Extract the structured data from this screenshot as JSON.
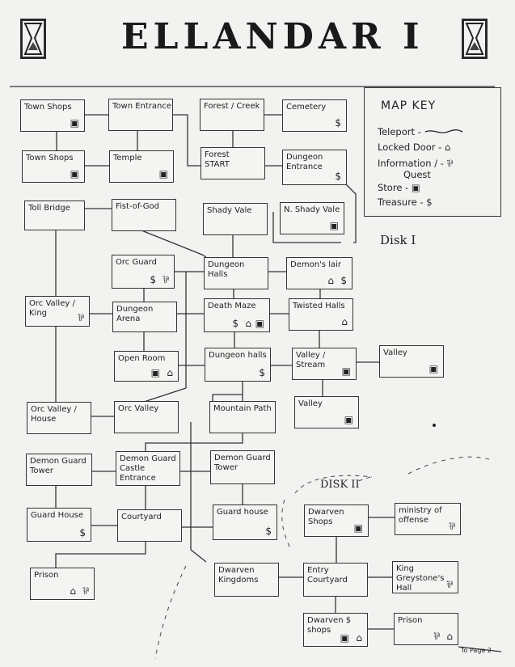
{
  "title": "ELLANDAR I",
  "map_key": {
    "title": "MAP KEY",
    "items": [
      {
        "label": "Teleport -",
        "icon": "teleport-squiggle-icon"
      },
      {
        "label": "Locked Door -",
        "icon": "locked-door-icon",
        "symbol": "⌂"
      },
      {
        "label": "Information / -",
        "icon": "information-icon",
        "symbol": "⅌"
      },
      {
        "label": "Quest",
        "icon": "",
        "symbol": ""
      },
      {
        "label": "Store -",
        "icon": "store-icon",
        "symbol": "▣"
      },
      {
        "label": "Treasure -",
        "icon": "treasure-icon",
        "symbol": "$"
      }
    ]
  },
  "disk1_label": "Disk I",
  "disk2_label": "DISK II",
  "footer_note": "To Page 2",
  "rooms": [
    {
      "id": "town-shops-1",
      "label": "Town Shops",
      "icons": [
        "store"
      ]
    },
    {
      "id": "town-entrance",
      "label": "Town Entrance",
      "icons": []
    },
    {
      "id": "forest-creek",
      "label": "Forest / Creek",
      "icons": []
    },
    {
      "id": "cemetery",
      "label": "Cemetery",
      "icons": [
        "treasure"
      ]
    },
    {
      "id": "town-shops-2",
      "label": "Town Shops",
      "icons": [
        "store"
      ]
    },
    {
      "id": "temple",
      "label": "Temple",
      "icons": [
        "store"
      ]
    },
    {
      "id": "forest-start",
      "label": "Forest\nSTART",
      "icons": []
    },
    {
      "id": "dungeon-entrance",
      "label": "Dungeon\nEntrance",
      "icons": [
        "treasure"
      ]
    },
    {
      "id": "toll-bridge",
      "label": "Toll Bridge",
      "icons": []
    },
    {
      "id": "fist-of-god",
      "label": "Fist-of-God",
      "icons": []
    },
    {
      "id": "shady-vale",
      "label": "Shady Vale",
      "icons": []
    },
    {
      "id": "n-shady-vale",
      "label": "N. Shady Vale",
      "icons": [
        "store"
      ]
    },
    {
      "id": "orc-guard",
      "label": "Orc Guard",
      "icons": [
        "treasure",
        "information"
      ]
    },
    {
      "id": "dungeon-halls-1",
      "label": "Dungeon\nHalls",
      "icons": []
    },
    {
      "id": "demons-lair",
      "label": "Demon's lair",
      "icons": [
        "locked",
        "treasure"
      ]
    },
    {
      "id": "orc-valley-king",
      "label": "Orc Valley /\nKing",
      "icons": [
        "information"
      ]
    },
    {
      "id": "dungeon-arena",
      "label": "Dungeon Arena",
      "icons": []
    },
    {
      "id": "death-maze",
      "label": "Death Maze",
      "icons": [
        "treasure",
        "locked",
        "store"
      ]
    },
    {
      "id": "twisted-halls",
      "label": "Twisted Halls",
      "icons": [
        "locked"
      ]
    },
    {
      "id": "open-room",
      "label": "Open Room",
      "icons": [
        "store",
        "locked"
      ]
    },
    {
      "id": "dungeon-halls-2",
      "label": "Dungeon halls",
      "icons": [
        "treasure"
      ]
    },
    {
      "id": "valley-stream",
      "label": "Valley / Stream",
      "icons": [
        "store"
      ]
    },
    {
      "id": "valley-1",
      "label": "Valley",
      "icons": [
        "store"
      ]
    },
    {
      "id": "valley-2",
      "label": "Valley",
      "icons": [
        "store"
      ]
    },
    {
      "id": "orc-valley-house",
      "label": "Orc Valley /\nHouse",
      "icons": []
    },
    {
      "id": "orc-valley",
      "label": "Orc Valley",
      "icons": []
    },
    {
      "id": "mountain-path",
      "label": "Mountain Path",
      "icons": []
    },
    {
      "id": "demon-guard-tower-1",
      "label": "Demon Guard\nTower",
      "icons": []
    },
    {
      "id": "demon-guard-castle-entrance",
      "label": "Demon Guard\nCastle Entrance",
      "icons": []
    },
    {
      "id": "demon-guard-tower-2",
      "label": "Demon Guard\nTower",
      "icons": []
    },
    {
      "id": "guard-house-1",
      "label": "Guard House",
      "icons": [
        "treasure"
      ]
    },
    {
      "id": "courtyard",
      "label": "Courtyard",
      "icons": []
    },
    {
      "id": "guard-house-2",
      "label": "Guard house",
      "icons": [
        "treasure"
      ]
    },
    {
      "id": "dwarven-shops-1",
      "label": "Dwarven\nShops",
      "icons": [
        "store"
      ]
    },
    {
      "id": "ministry-of-offense",
      "label": "ministry of\noffense",
      "icons": [
        "information"
      ]
    },
    {
      "id": "prison-1",
      "label": "Prison",
      "icons": [
        "locked",
        "information"
      ]
    },
    {
      "id": "dwarven-kingdoms",
      "label": "Dwarven\nKingdoms",
      "icons": []
    },
    {
      "id": "entry-courtyard",
      "label": "Entry\nCourtyard",
      "icons": []
    },
    {
      "id": "king-greystones-hall",
      "label": "King Greystone's\nHall",
      "icons": [
        "information"
      ]
    },
    {
      "id": "dwarven-shops-2",
      "label": "Dwarven $\nshops",
      "icons": [
        "store",
        "locked"
      ]
    },
    {
      "id": "prison-2",
      "label": "Prison",
      "icons": [
        "information",
        "locked"
      ]
    }
  ]
}
